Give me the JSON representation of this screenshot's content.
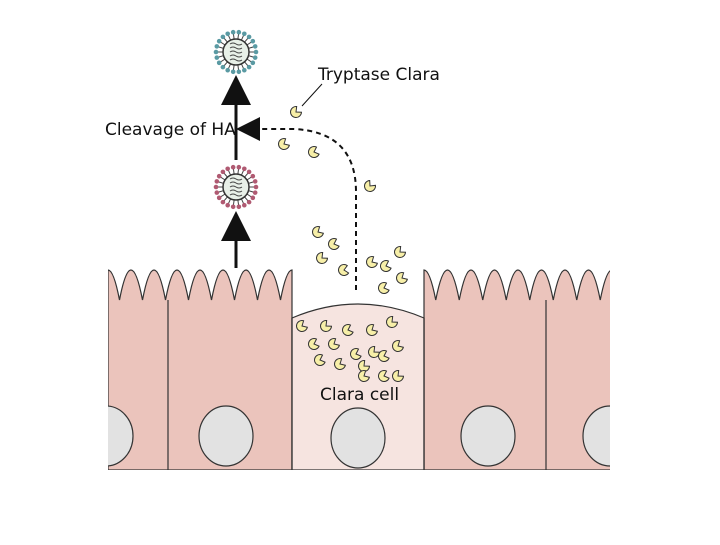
{
  "labels": {
    "tryptase": "Tryptase Clara",
    "cleavage": "Cleavage of HA",
    "clara_cell": "Clara cell"
  },
  "colors": {
    "epithelium": "#ebc4bc",
    "clara_cell": "#f6e4e0",
    "outline": "#333333",
    "nucleus": "#e2e2e2",
    "enzyme_fill": "#f7efa8",
    "enzyme_stroke": "#333333",
    "virus_mature_spikes": "#5a9aa3",
    "virus_immature_spikes": "#b05a72",
    "virus_core": "#e8f0e8"
  },
  "icons": {
    "enzyme": "pacman-enzyme-icon",
    "virus_mature": "cleaved-virus-icon",
    "virus_immature": "uncleaved-virus-icon"
  }
}
